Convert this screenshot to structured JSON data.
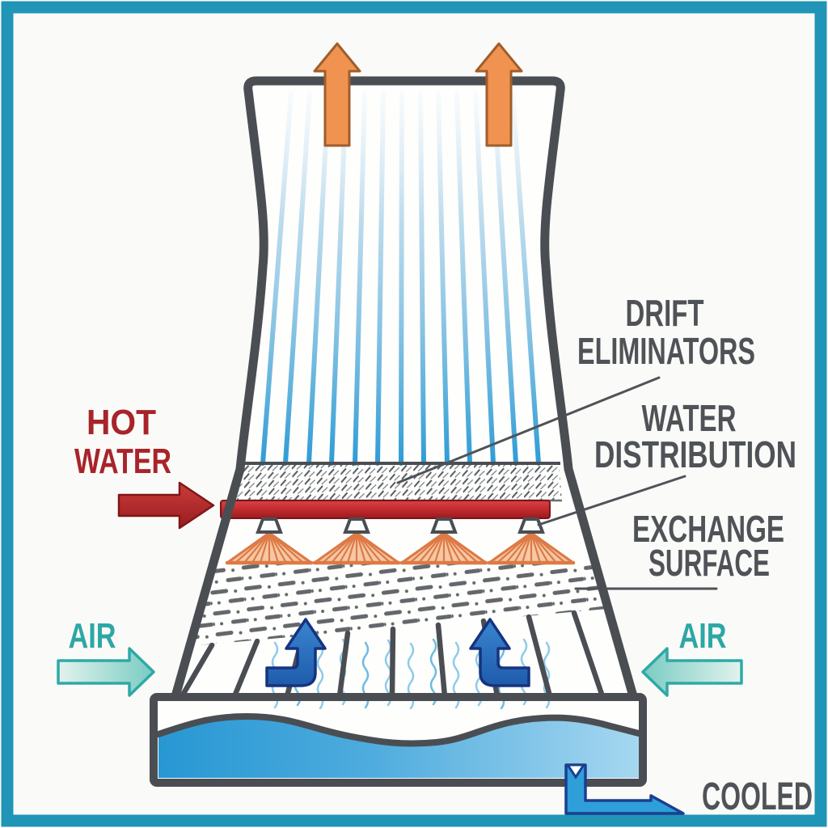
{
  "labels": {
    "hot_water_line1": "HOT",
    "hot_water_line2": "WATER",
    "air_left": "AIR",
    "air_right": "AIR",
    "drift_line1": "DRIFT",
    "drift_line2": "ELIMINATORS",
    "distribution_line1": "WATER",
    "distribution_line2": "DISTRIBUTION",
    "exchange_line1": "EXCHANGE",
    "exchange_line2": "SURFACE",
    "cooled_water": "COOLED"
  },
  "colors": {
    "frame_teal": "#2095B8",
    "outline_gray": "#4A4E53",
    "label_gray": "#4F5357",
    "hot_water_red": "#A8242A",
    "pipe_red": "#C22A2E",
    "exhaust_orange": "#F09350",
    "air_teal": "#2CA7A5",
    "updraft_blue": "#2B6FC4",
    "water_blue": "#2E9FD8",
    "stream_blue": "#2D9BD5",
    "spray_orange": "#DD7A45"
  }
}
